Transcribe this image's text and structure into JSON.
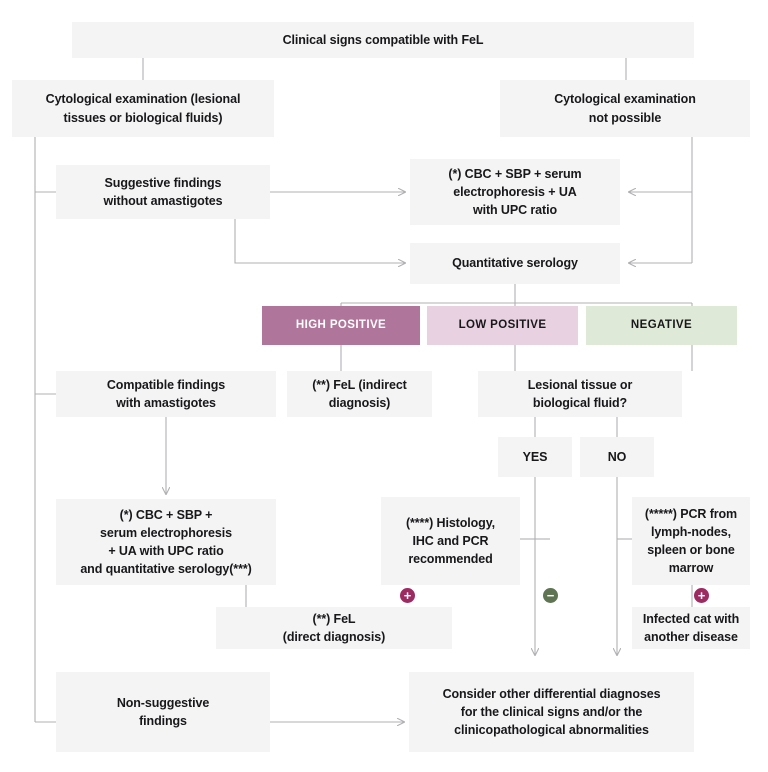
{
  "diagram": {
    "title_node": "Clinical signs compatible with FeL",
    "background_color": "#ffffff",
    "node_fill": "#f4f4f5",
    "edge_color": "#b0b0b3",
    "accent_colors": {
      "high_positive": "#b0759b",
      "low_positive": "#e8d2e1",
      "negative": "#dfe9d7",
      "plus_badge": "#9e2a62",
      "minus_badge": "#5e7453"
    },
    "nodes": {
      "clinical_signs": "Clinical signs compatible with FeL",
      "cyto_exam_possible": "Cytological examination (lesional\ntissues or biological fluids)",
      "cyto_exam_not_possible": "Cytological examination\nnot possible",
      "suggestive_findings": "Suggestive findings\nwithout amastigotes",
      "cbc_panel": "(*) CBC + SBP + serum\nelectrophoresis + UA\nwith UPC ratio",
      "quantitative_serology": "Quantitative serology",
      "high_positive": "HIGH POSITIVE",
      "low_positive": "LOW POSITIVE",
      "negative": "NEGATIVE",
      "compatible_findings": "Compatible findings\nwith amastigotes",
      "fel_indirect": "(**) FeL (indirect\ndiagnosis)",
      "lesional_tissue_question": "Lesional tissue or\nbiological fluid?",
      "yes": "YES",
      "no": "NO",
      "cbc_panel_serology": "(*) CBC + SBP +\nserum electrophoresis\n+ UA with UPC ratio\nand quantitative serology(***)",
      "histology_ihc_pcr": "(****) Histology,\nIHC and PCR\nrecommended",
      "pcr_lymph_nodes": "(*****) PCR from\nlymph-nodes,\nspleen or bone\nmarrow",
      "fel_direct": "(**) FeL\n(direct diagnosis)",
      "infected_cat": "Infected cat with\nanother disease",
      "non_suggestive": "Non-suggestive\nfindings",
      "consider_other": "Consider other differential diagnoses\nfor the clinical signs and/or the\nclinicopathological abnormalities"
    },
    "badges": {
      "plus_histology": "+",
      "minus_histology": "−",
      "plus_pcr": "+"
    }
  }
}
